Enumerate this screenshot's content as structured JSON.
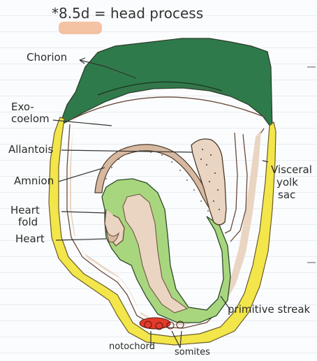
{
  "title": "*8.5d = head process",
  "labels": {
    "chorion": "Chorion",
    "exocoelom_1": "Exo-",
    "exocoelom_2": "coelom",
    "allantois": "Allantois",
    "amnion": "Amnion",
    "heart_fold_1": "Heart",
    "heart_fold_2": "fold",
    "heart": "Heart",
    "visceral_1": "Visceral",
    "visceral_2": "yolk",
    "visceral_3": "sac",
    "primitive_streak": "primitive streak",
    "notochord": "notochord",
    "somites": "somites"
  },
  "colors": {
    "chorion": "#2f7a4a",
    "yolk_sac": "#f2e64a",
    "mesoderm": "#a8d67e",
    "endoderm": "#e9d5c2",
    "notochord": "#e33a2a",
    "highlight": "#f2b48c",
    "ink": "#333333"
  }
}
